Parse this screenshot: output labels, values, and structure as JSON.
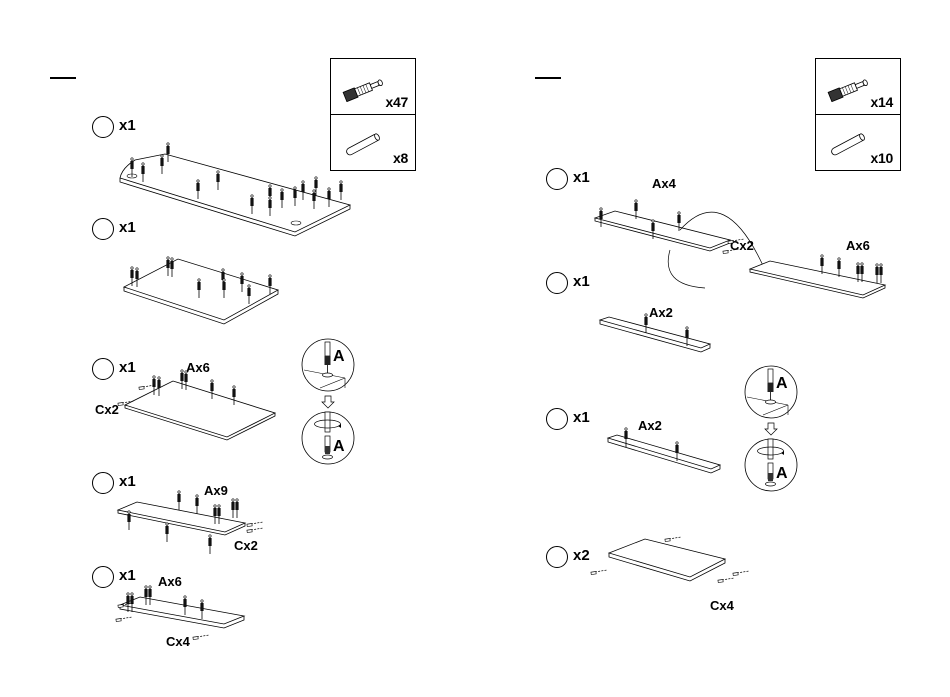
{
  "pages": [
    {
      "hardware": [
        {
          "name": "cam-bolt",
          "qty": "x47"
        },
        {
          "name": "wooden-dowel",
          "qty": "x8"
        }
      ],
      "panels": [
        {
          "qty": "x1",
          "callouts": []
        },
        {
          "qty": "x1",
          "callouts": []
        },
        {
          "qty": "x1",
          "callouts": [
            "Ax6",
            "Cx2"
          ]
        },
        {
          "qty": "x1",
          "callouts": [
            "Ax9",
            "Cx2"
          ]
        },
        {
          "qty": "x1",
          "callouts": [
            "Ax6",
            "Cx4"
          ]
        }
      ],
      "detail": {
        "label_top": "A",
        "label_bottom": "A"
      }
    },
    {
      "hardware": [
        {
          "name": "cam-bolt",
          "qty": "x14"
        },
        {
          "name": "wooden-dowel",
          "qty": "x10"
        }
      ],
      "panels": [
        {
          "qty": "x1",
          "callouts": [
            "Ax4",
            "Cx2",
            "Ax6"
          ]
        },
        {
          "qty": "x1",
          "callouts": [
            "Ax2"
          ]
        },
        {
          "qty": "x1",
          "callouts": [
            "Ax2"
          ]
        },
        {
          "qty": "x2",
          "callouts": [
            "Cx4"
          ]
        }
      ],
      "detail": {
        "label_top": "A",
        "label_bottom": "A"
      }
    }
  ],
  "colors": {
    "ink": "#000000",
    "paper": "#ffffff",
    "bolt_head": "#333333"
  }
}
